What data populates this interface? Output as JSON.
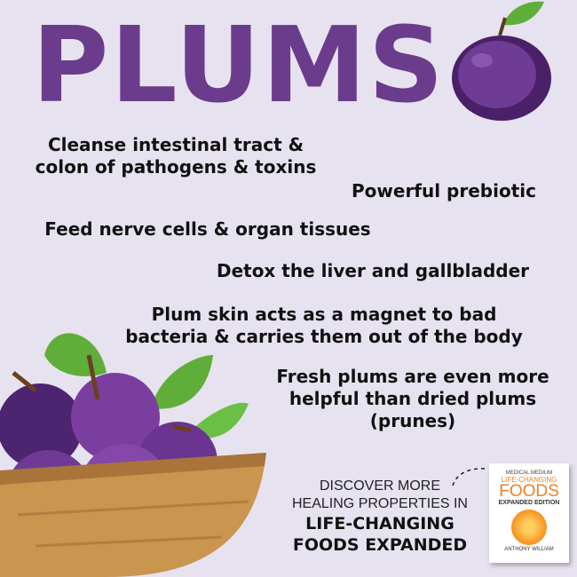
{
  "title": "PLUMS",
  "facts": [
    {
      "lines": [
        "Cleanse intestinal tract &",
        "colon of pathogens & toxins"
      ]
    },
    {
      "lines": [
        "Powerful prebiotic"
      ]
    },
    {
      "lines": [
        "Feed nerve cells & organ tissues"
      ]
    },
    {
      "lines": [
        "Detox the liver and gallbladder"
      ]
    },
    {
      "lines": [
        "Plum skin acts as a magnet to bad",
        "bacteria & carries them out of the body"
      ]
    },
    {
      "lines": [
        "Fresh plums are even more",
        "helpful than dried plums",
        "(prunes)"
      ]
    }
  ],
  "promo": {
    "line1": "DISCOVER MORE",
    "line2": "HEALING PROPERTIES IN",
    "line3": "LIFE-CHANGING",
    "line4": "FOODS EXPANDED"
  },
  "book": {
    "series": "MEDICAL MEDIUM",
    "title1": "LIFE-CHANGING",
    "title2": "FOODS",
    "edition": "EXPANDED EDITION",
    "author": "ANTHONY WILLIAM"
  },
  "colors": {
    "background": "#e7e2ef",
    "title": "#6b3c8c",
    "plum": "#5b2d7e",
    "leaf": "#5fae3a",
    "basket": "#c9954f"
  }
}
